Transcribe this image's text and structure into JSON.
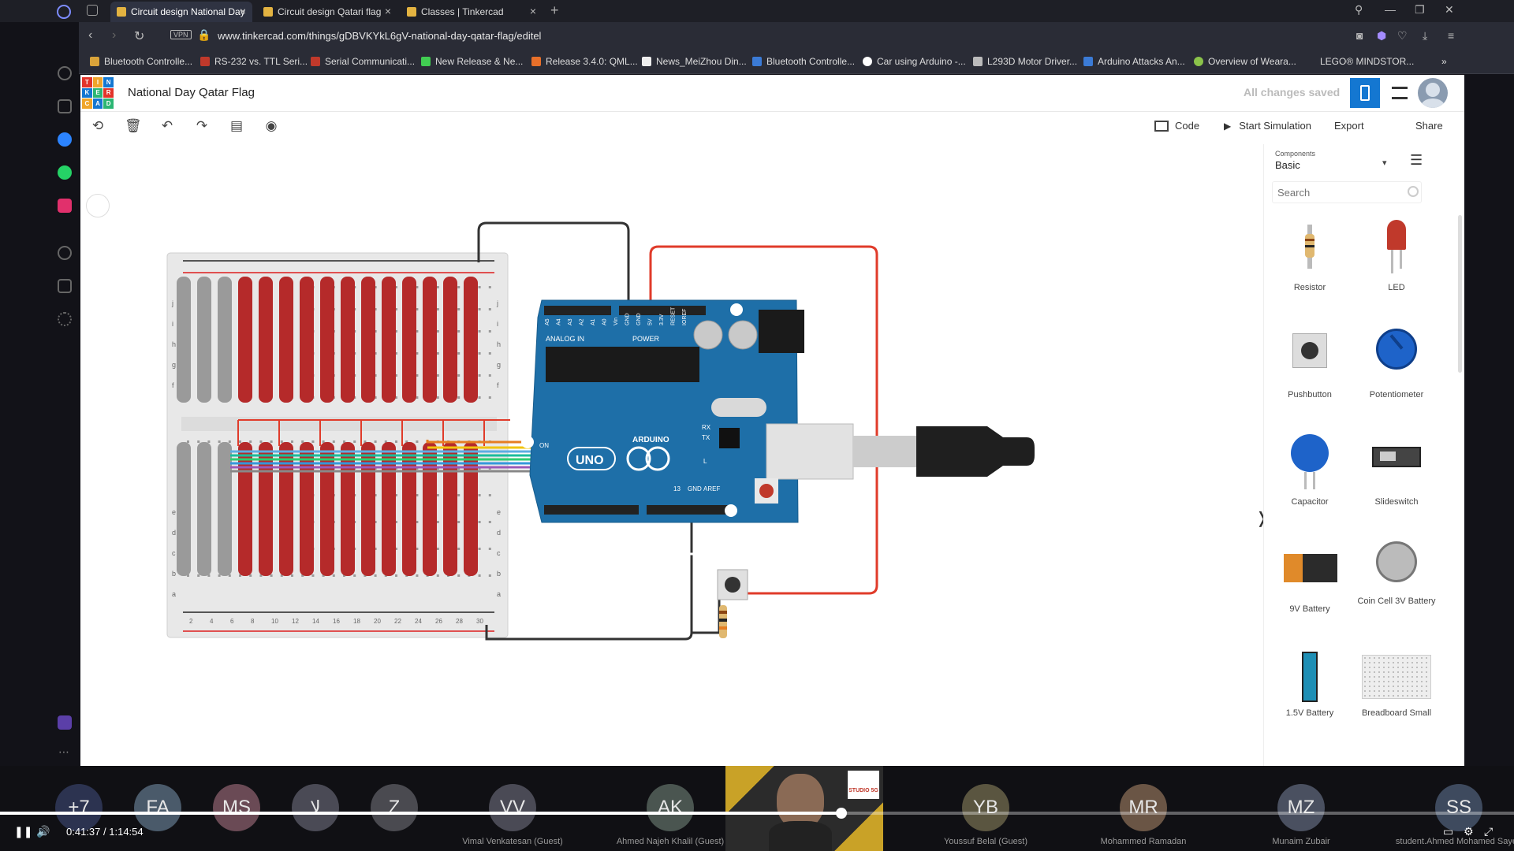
{
  "browser": {
    "tabs": [
      {
        "label": "Circuit design National Day",
        "active": true
      },
      {
        "label": "Circuit design Qatari flag",
        "active": false
      },
      {
        "label": "Classes | Tinkercad",
        "active": false
      }
    ],
    "url": "www.tinkercad.com/things/gDBVKYkL6gV-national-day-qatar-flag/editel",
    "vpn_label": "VPN",
    "bookmarks": [
      "Bluetooth Controlle...",
      "RS-232 vs. TTL Seri...",
      "Serial Communicati...",
      "New Release & Ne...",
      "Release 3.4.0: QML...",
      "News_MeiZhou Din...",
      "Bluetooth Controlle...",
      "Car using Arduino -...",
      "L293D Motor Driver...",
      "Arduino Attacks An...",
      "Overview of Weara...",
      "LEGO® MINDSTOR..."
    ]
  },
  "app": {
    "logo_letters": [
      "T",
      "I",
      "N",
      "K",
      "E",
      "R",
      "C",
      "A",
      "D"
    ],
    "project_title": "National Day Qatar Flag",
    "save_status": "All changes saved",
    "toolbar": {
      "code_label": "Code",
      "start_sim_label": "Start Simulation",
      "export_label": "Export",
      "share_label": "Share"
    },
    "components_panel": {
      "label": "Components",
      "value": "Basic",
      "search_placeholder": "Search",
      "items": [
        {
          "name": "Resistor"
        },
        {
          "name": "LED"
        },
        {
          "name": "Pushbutton"
        },
        {
          "name": "Potentiometer"
        },
        {
          "name": "Capacitor"
        },
        {
          "name": "Slideswitch"
        },
        {
          "name": "9V Battery"
        },
        {
          "name": "Coin Cell 3V Battery"
        },
        {
          "name": "1.5V Battery"
        },
        {
          "name": "Breadboard Small"
        }
      ]
    },
    "board": {
      "header_labels": [
        "A5",
        "A4",
        "A3",
        "A2",
        "A1",
        "A0",
        "Vin",
        "GND",
        "GND",
        "5V",
        "3.3V",
        "RESET",
        "IOREF"
      ],
      "analog_in_label": "ANALOG IN",
      "power_label": "POWER",
      "brand_label": "ARDUINO",
      "model_label": "UNO",
      "tx_label": "TX",
      "rx_label": "RX",
      "on_label": "ON",
      "l_label": "L",
      "aref_label": "AREF",
      "gnd_label": "GND",
      "pin13_label": "13"
    },
    "breadboard_row_numbers": [
      "2",
      "4",
      "6",
      "8",
      "10",
      "12",
      "14",
      "16",
      "18",
      "20",
      "22",
      "24",
      "26",
      "28",
      "30"
    ],
    "breadboard_col_letters_top": [
      "j",
      "i",
      "h",
      "g",
      "f"
    ],
    "breadboard_col_letters_bottom": [
      "e",
      "d",
      "c",
      "b",
      "a"
    ]
  },
  "meeting": {
    "participants": [
      {
        "initials": "+7",
        "name": "",
        "color": "#2c3350"
      },
      {
        "initials": "FA",
        "name": "",
        "color": "#4a5a6a"
      },
      {
        "initials": "MS",
        "name": "",
        "color": "#6a4a55"
      },
      {
        "initials": "لا",
        "name": "",
        "color": "#4a4a55"
      },
      {
        "initials": "Z",
        "name": "",
        "color": "#4a4a50"
      },
      {
        "initials": "VV",
        "name": "Vimal Venkatesan (Guest)",
        "color": "#4a4a55"
      },
      {
        "initials": "AK",
        "name": "Ahmed Najeh Khalil (Guest)",
        "color": "#4a5550"
      },
      {
        "initials": "YB",
        "name": "Youssuf Belal (Guest)",
        "color": "#5a5540"
      },
      {
        "initials": "MR",
        "name": "Mohammed Ramadan",
        "color": "#6a5545"
      },
      {
        "initials": "MZ",
        "name": "Munaim Zubair",
        "color": "#4a5060"
      },
      {
        "initials": "SS",
        "name": "student.Ahmed Mohamed Sayed",
        "color": "#3e4a5e"
      }
    ],
    "presenter_logo_text": "STUDIO 5G",
    "time_current": "0:41:37",
    "time_separator": "/",
    "time_total": "1:14:54",
    "progress_fraction": 0.5556
  },
  "colors": {
    "tinkercad_blue": "#1477d1",
    "arduino_blue": "#1e6fa8",
    "wire_red": "#e03b2a",
    "wire_black": "#333333",
    "led_red": "#b52a2a",
    "led_gray": "#9a9a9a"
  }
}
